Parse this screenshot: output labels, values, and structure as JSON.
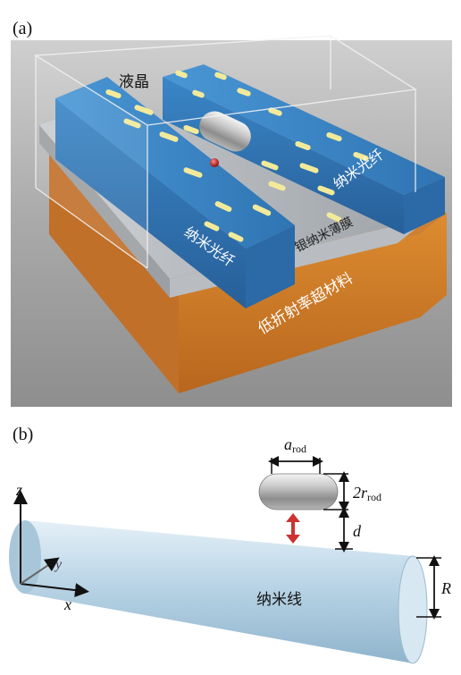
{
  "panel_a": {
    "tag": "(a)",
    "liquid_crystal": "液晶",
    "nanofiber_right": "纳米光纤",
    "nanofiber_left": "纳米光纤",
    "silver_film": "银纳米薄膜",
    "metamaterial": "低折射率超材料"
  },
  "panel_b": {
    "tag": "(b)",
    "a_rod_main": "a",
    "a_rod_sub": "rod",
    "two_r_main": "2r",
    "two_r_sub": "rod",
    "d_label": "d",
    "R_label": "R",
    "nanowire": "纳米线",
    "axis_z": "z",
    "axis_y": "y",
    "axis_x": "x"
  },
  "colors": {
    "fiber_blue": "#3b86c6",
    "metamaterial_orange": "#d98a2e",
    "silver": "#b8bcc0",
    "nanowire": "#bcd6e6",
    "lc_yellow": "#f2ea9a",
    "arrow_red": "#cc3333"
  }
}
